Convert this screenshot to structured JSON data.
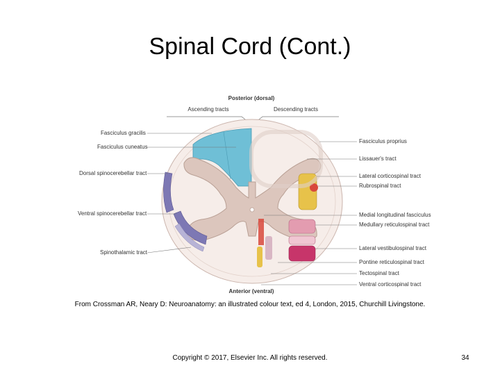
{
  "slide": {
    "title": "Spinal Cord (Cont.)",
    "caption": "From Crossman AR, Neary D: Neuroanatomy: an illustrated colour text, ed 4, London, 2015, Churchill Livingstone.",
    "copyright": "Copyright © 2017, Elsevier Inc. All rights reserved.",
    "page_number": "34"
  },
  "diagram": {
    "top_label": "Posterior (dorsal)",
    "bottom_label": "Anterior (ventral)",
    "left_header": "Ascending tracts",
    "right_header": "Descending tracts",
    "left_labels": [
      "Fasciculus gracilis",
      "Fasciculus cuneatus",
      "Dorsal spinocerebellar tract",
      "Ventral spinocerebellar tract",
      "Spinothalamic tract"
    ],
    "right_labels": [
      "Fasciculus proprius",
      "Lissauer's tract",
      "Lateral corticospinal tract",
      "Rubrospinal tract",
      "Medial longitudinal fasciculus",
      "Medullary reticulospinal tract",
      "Lateral vestibulospinal tract",
      "Pontine reticulospinal tract",
      "Tectospinal tract",
      "Ventral corticospinal tract"
    ],
    "colors": {
      "dorsal_columns": "#6fbfd6",
      "spinocerebellar": "#7d78b4",
      "gray_matter": "#dcc6bd",
      "white_matter": "#f6ede9",
      "corticospinal": "#e7c24a",
      "rubrospinal": "#d8483c",
      "reticulospinal": "#d46b8c",
      "vestibulospinal": "#c7356a"
    }
  }
}
